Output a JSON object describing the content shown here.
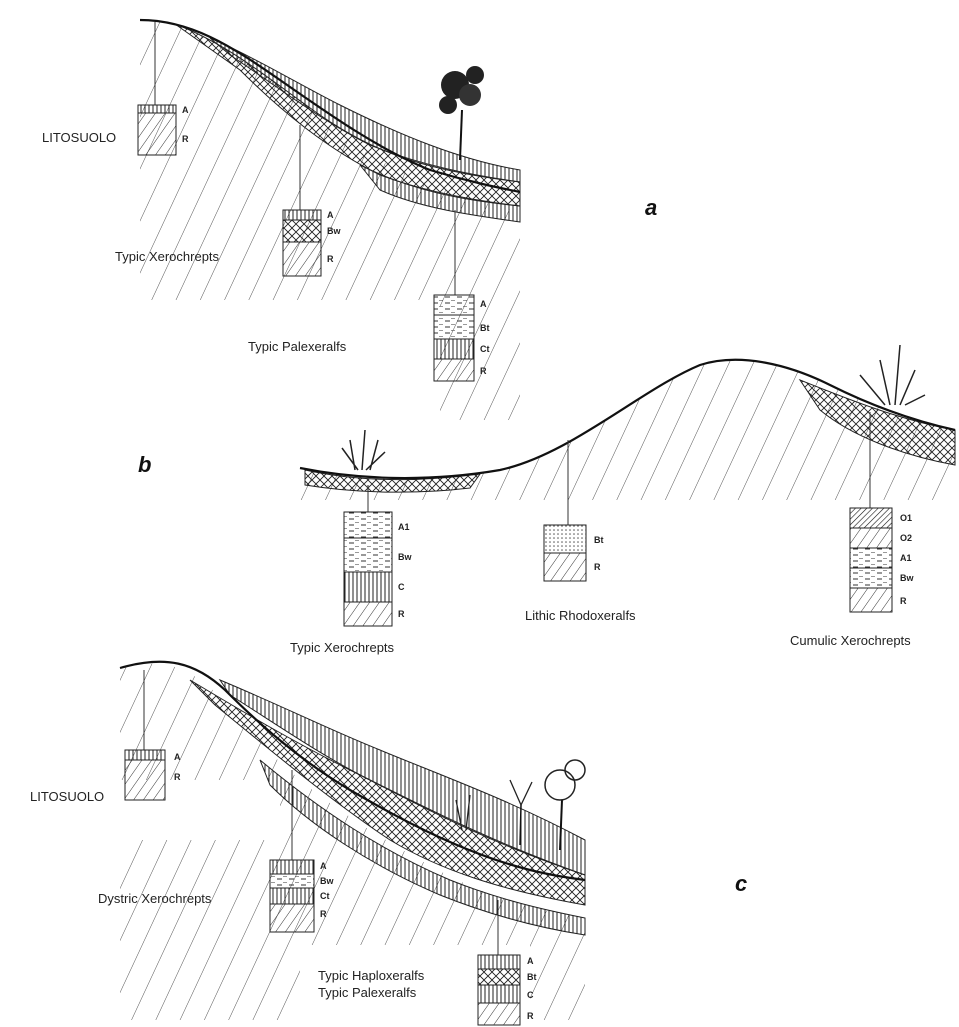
{
  "panels": {
    "a": {
      "letter": "a",
      "profiles": [
        {
          "name": "LITOSUOLO",
          "horizons": [
            "A",
            "R"
          ]
        },
        {
          "name": "Typic Xerochrepts",
          "horizons": [
            "A",
            "Bw",
            "R"
          ]
        },
        {
          "name": "Typic Palexeralfs",
          "horizons": [
            "A",
            "Bt",
            "Ct",
            "R"
          ]
        }
      ]
    },
    "b": {
      "letter": "b",
      "profiles": [
        {
          "name": "Typic Xerochrepts",
          "horizons": [
            "A1",
            "Bw",
            "C",
            "R"
          ]
        },
        {
          "name": "Lithic Rhodoxeralfs",
          "horizons": [
            "Bt",
            "R"
          ]
        },
        {
          "name": "Cumulic Xerochrepts",
          "horizons": [
            "O1",
            "O2",
            "A1",
            "Bw",
            "R"
          ]
        }
      ]
    },
    "c": {
      "letter": "c",
      "profiles": [
        {
          "name": "LITOSUOLO",
          "horizons": [
            "A",
            "R"
          ]
        },
        {
          "name": "Dystric Xerochrepts",
          "horizons": [
            "A",
            "Bw",
            "Ct",
            "R"
          ]
        },
        {
          "name": "Typic Haploxeralfs",
          "name2": "Typic Palexeralfs",
          "horizons": [
            "A",
            "Bt",
            "C",
            "R"
          ]
        }
      ]
    }
  }
}
